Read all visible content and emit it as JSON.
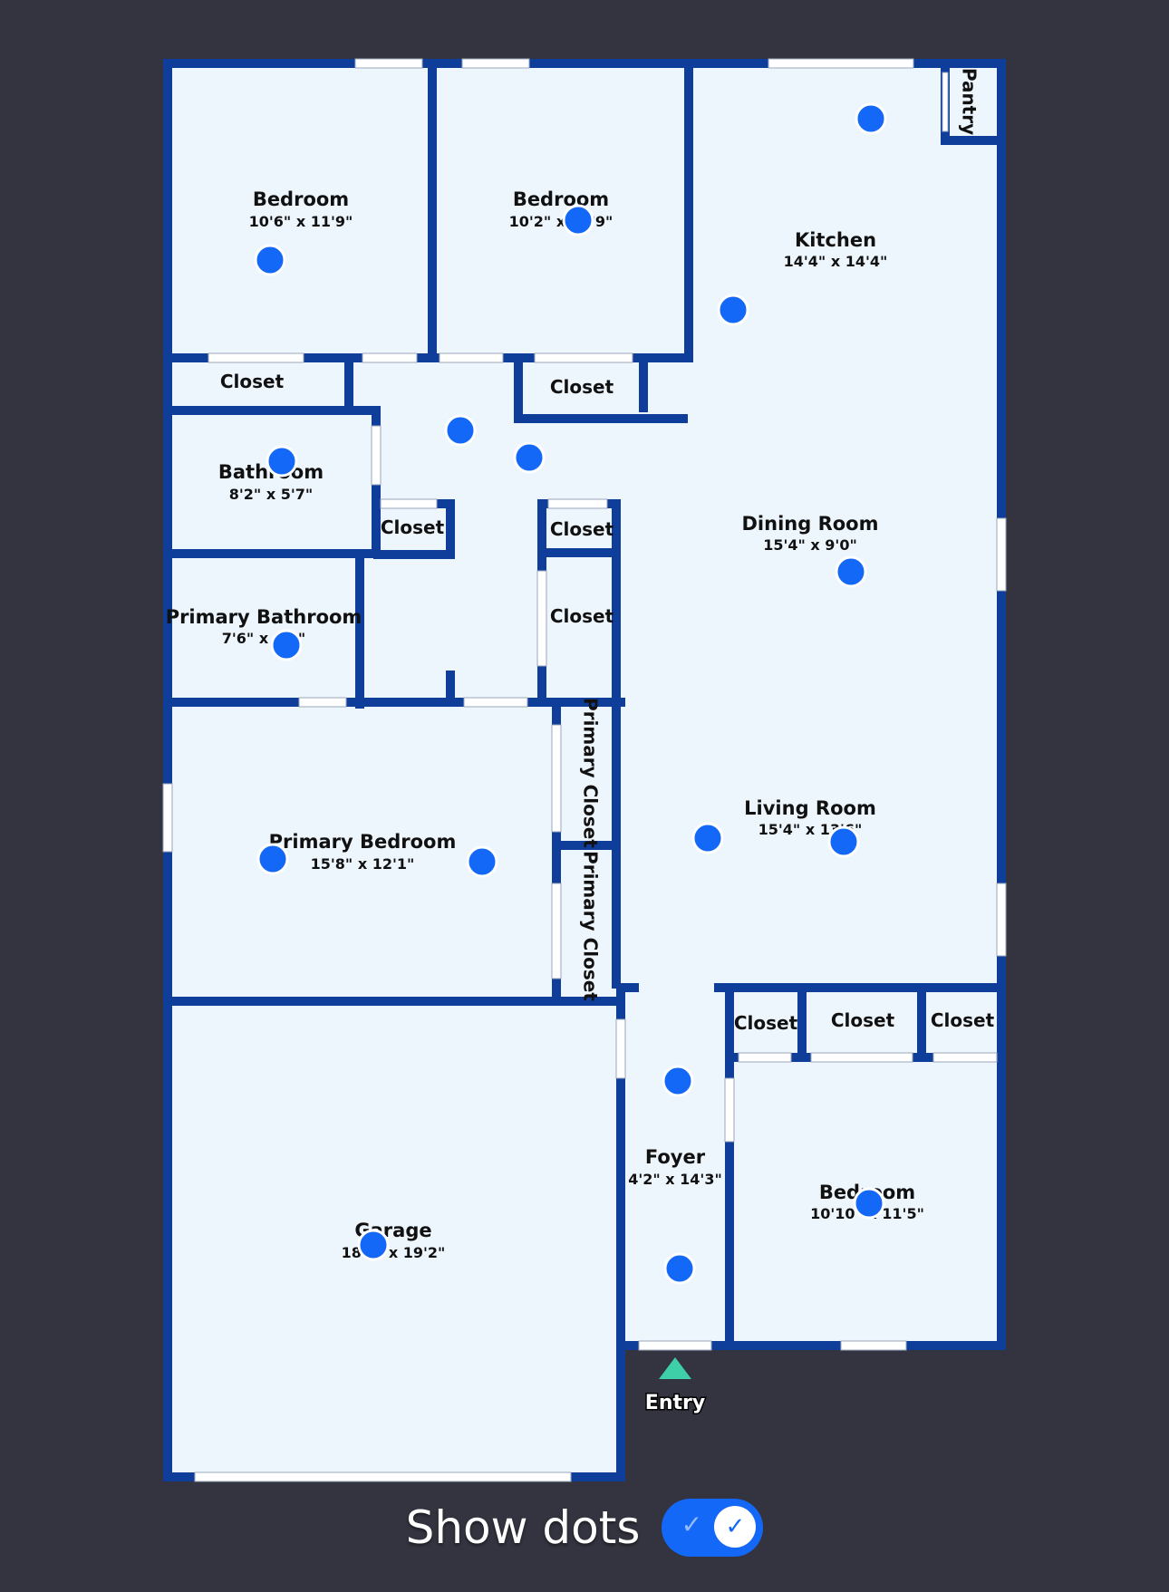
{
  "colors": {
    "background": "#33343f",
    "wall": "#0f3e9a",
    "floor": "#eef6fd",
    "dot": "#1368f7",
    "entry_marker": "#3fcfa8",
    "toggle": "#1468f8"
  },
  "rooms": {
    "bedroom_1": {
      "name": "Bedroom",
      "dims": "10'6\" x 11'9\""
    },
    "bedroom_2": {
      "name": "Bedroom",
      "dims": "10'2\" x 11'9\""
    },
    "kitchen": {
      "name": "Kitchen",
      "dims": "14'4\" x 14'4\""
    },
    "pantry": {
      "name": "Pantry"
    },
    "closet_1": {
      "name": "Closet"
    },
    "closet_2": {
      "name": "Closet"
    },
    "bathroom": {
      "name": "Bathroom",
      "dims": "8'2\" x 5'7\""
    },
    "closet_3": {
      "name": "Closet"
    },
    "closet_4": {
      "name": "Closet"
    },
    "closet_5": {
      "name": "Closet"
    },
    "dining_room": {
      "name": "Dining Room",
      "dims": "15'4\" x 9'0\""
    },
    "primary_bathroom": {
      "name": "Primary Bathroom",
      "dims": "7'6\" x 9'0\""
    },
    "primary_closet_1": {
      "name": "Primary Closet"
    },
    "primary_closet_2": {
      "name": "Primary Closet"
    },
    "primary_bedroom": {
      "name": "Primary Bedroom",
      "dims": "15'8\" x 12'1\""
    },
    "living_room": {
      "name": "Living Room",
      "dims": "15'4\" x 13'6\""
    },
    "closet_6": {
      "name": "Closet"
    },
    "closet_7": {
      "name": "Closet"
    },
    "closet_8": {
      "name": "Closet"
    },
    "foyer": {
      "name": "Foyer",
      "dims": "4'2\" x 14'3\""
    },
    "bedroom_3": {
      "name": "Bedroom",
      "dims": "10'10\" x 11'5\""
    },
    "garage": {
      "name": "Garage",
      "dims": "18'8\" x 19'2\""
    }
  },
  "entry": {
    "label": "Entry"
  },
  "toggle": {
    "label": "Show dots",
    "checked": true
  }
}
